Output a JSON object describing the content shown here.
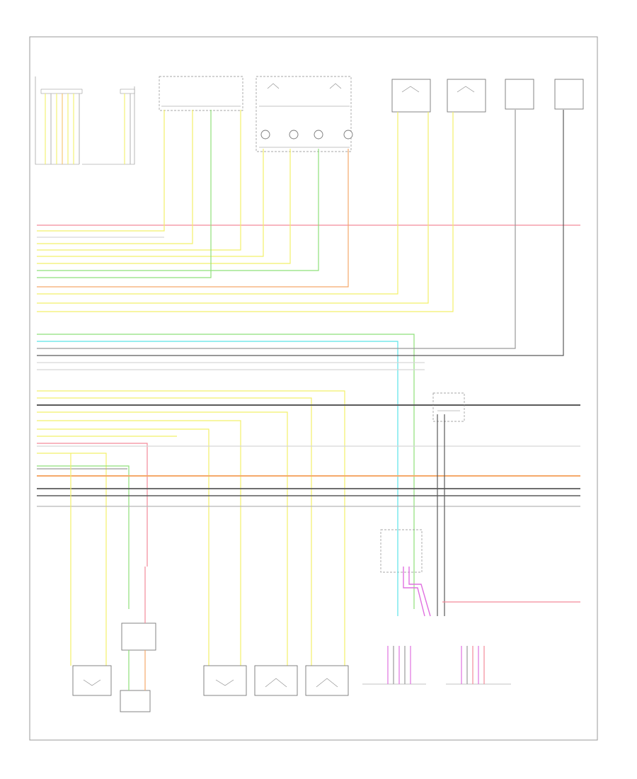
{
  "page_label": "",
  "top_components": [
    {
      "id": "c1",
      "label": ""
    },
    {
      "id": "c2",
      "label": ""
    },
    {
      "id": "c3",
      "label": ""
    },
    {
      "id": "c4",
      "label": ""
    },
    {
      "id": "c5",
      "label": ""
    },
    {
      "id": "c6",
      "label": ""
    },
    {
      "id": "c7",
      "label": ""
    },
    {
      "id": "c8",
      "label": ""
    }
  ],
  "bottom_components": [
    {
      "id": "b1",
      "label": ""
    },
    {
      "id": "b2",
      "label": ""
    },
    {
      "id": "b3",
      "label": ""
    },
    {
      "id": "b4",
      "label": ""
    },
    {
      "id": "b5",
      "label": ""
    },
    {
      "id": "b6",
      "label": ""
    },
    {
      "id": "b7",
      "label": ""
    },
    {
      "id": "b8",
      "label": ""
    },
    {
      "id": "b9",
      "label": ""
    }
  ],
  "colors": {
    "yellow": "#f2f06a",
    "green": "#8fe07a",
    "pink": "#f48a9a",
    "orange": "#f5a96a",
    "cyan": "#5be3e8",
    "gray": "#b8b8b8",
    "dark": "#5a5a5a",
    "magenta": "#e070e0",
    "white_wire": "#d6d6d6"
  },
  "bus_groups": [
    {
      "name": "group-a",
      "wire_colors": [
        "pink",
        "yellow",
        "yellow",
        "yellow",
        "yellow",
        "yellow",
        "yellow",
        "green",
        "orange",
        "yellow",
        "yellow",
        "yellow",
        "yellow"
      ]
    },
    {
      "name": "group-b",
      "wire_colors": [
        "green",
        "cyan",
        "gray",
        "gray",
        "gray",
        "gray"
      ]
    },
    {
      "name": "group-c",
      "wire_colors": [
        "yellow",
        "yellow",
        "dark",
        "yellow",
        "yellow",
        "yellow",
        "yellow",
        "pink",
        "yellow",
        "green",
        "gray",
        "orange",
        "dark",
        "dark",
        "gray"
      ]
    }
  ]
}
